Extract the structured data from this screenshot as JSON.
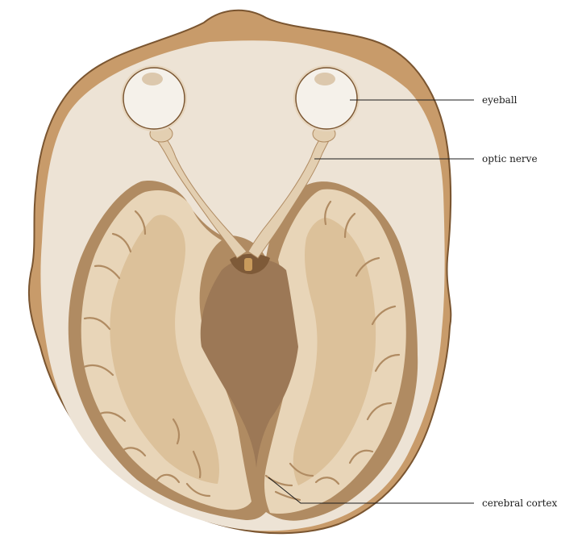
{
  "labels": {
    "eyeball": "eyeball",
    "optic_nerve": "optic nerve",
    "cerebral_cortex": "cerebral cortex"
  },
  "colors": {
    "skin": "#c89b6a",
    "skull_fill": "#ede3d5",
    "outline": "#7a5530",
    "cortex_dark": "#b08b62",
    "cortex_light": "#e8d5b8",
    "white_matter": "#dcc19a",
    "ventricle": "#9c7856",
    "eye_white": "#f5f1ea",
    "eye_iris": "#dcc8ad",
    "nerve": "#e3cfb1",
    "leader": "#1b1b1b"
  }
}
